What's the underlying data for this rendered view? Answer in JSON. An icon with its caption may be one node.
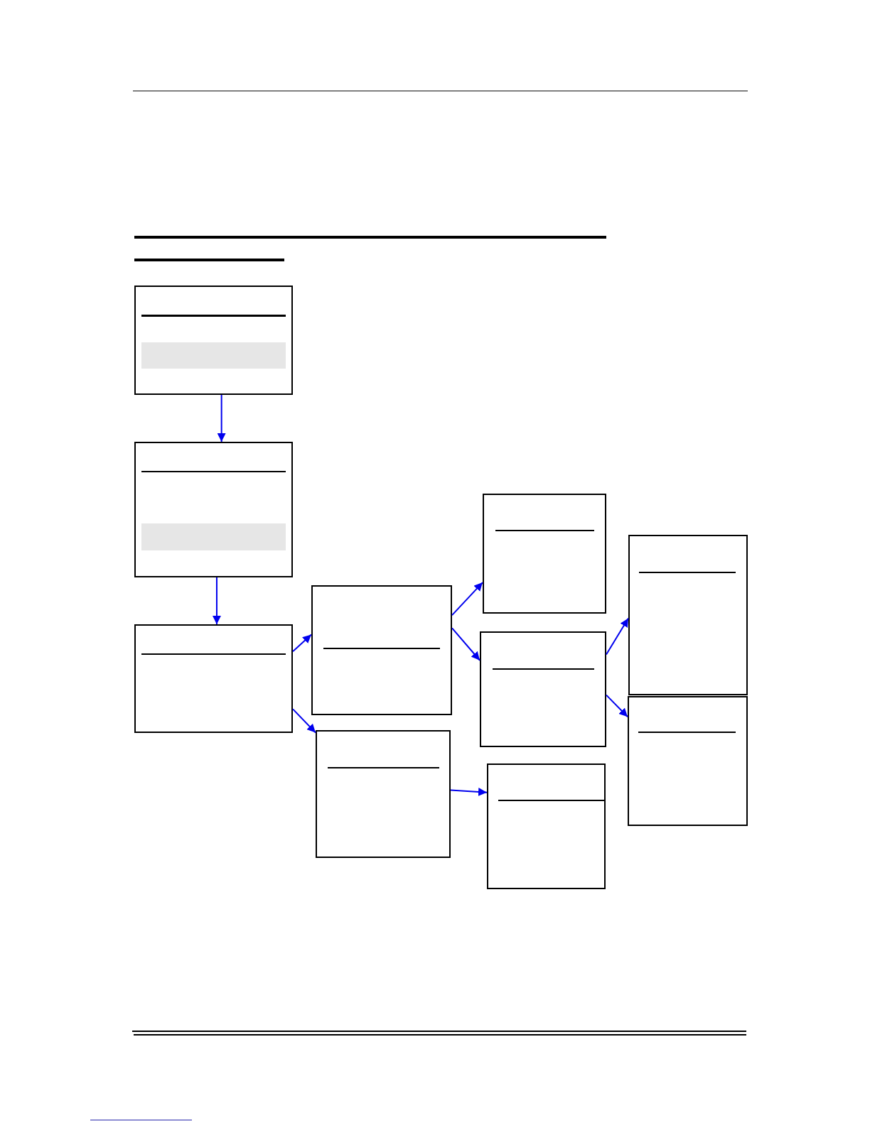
{
  "diagram": {
    "nodes": [
      {
        "text": [],
        "shape": "box"
      },
      {
        "text": [],
        "shape": "box"
      },
      {
        "text": [],
        "shape": "box"
      },
      {
        "text": [],
        "shape": "box"
      },
      {
        "text": [],
        "shape": "box"
      },
      {
        "text": [],
        "shape": "box"
      },
      {
        "text": [],
        "shape": "box"
      },
      {
        "text": [],
        "shape": "box"
      },
      {
        "text": [],
        "shape": "box"
      },
      {
        "text": [],
        "shape": "box"
      },
      {
        "text": [],
        "shape": "bar",
        "in": 0
      },
      {
        "text": [],
        "shape": "bar",
        "in": 1
      }
    ],
    "edges": [
      {
        "from": 0,
        "to": 1,
        "arrow": "to"
      },
      {
        "from": 1,
        "to": 2,
        "arrow": "to"
      },
      {
        "from": 2,
        "to": 3,
        "arrow": "to"
      },
      {
        "from": 2,
        "to": 4,
        "arrow": "to"
      },
      {
        "from": 3,
        "to": 5,
        "arrow": "to"
      },
      {
        "from": 3,
        "to": 6,
        "arrow": "to"
      },
      {
        "from": 4,
        "to": 7,
        "arrow": "to"
      },
      {
        "from": 6,
        "to": 8,
        "arrow": "to"
      },
      {
        "from": 6,
        "to": 9,
        "arrow": "to"
      }
    ]
  }
}
